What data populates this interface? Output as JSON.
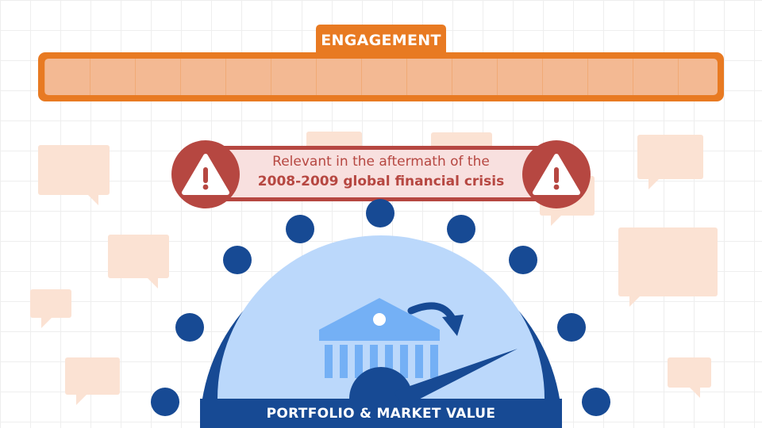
{
  "header": {
    "tab_label": "ENGAGEMENT",
    "bar_fill": 1.0
  },
  "warning": {
    "line1": "Relevant in the aftermath of the",
    "line2": "2008-2009 global financial crisis",
    "icon": "warning-triangle-icon"
  },
  "gauge": {
    "label": "PORTFOLIO & MARKET VALUE",
    "icon": "bank-building-icon",
    "needle": "speedometer-needle",
    "arrow": "curved-arrow-icon"
  },
  "colors": {
    "accent_orange": "#e87a22",
    "bar_fill": "#f3b993",
    "warning_red": "#b64741",
    "warning_band": "#f8e0df",
    "navy": "#174a94",
    "gauge_light": "#bbd8fb",
    "bank_blue": "#74b0f5",
    "bubble": "#fbe2d3"
  }
}
